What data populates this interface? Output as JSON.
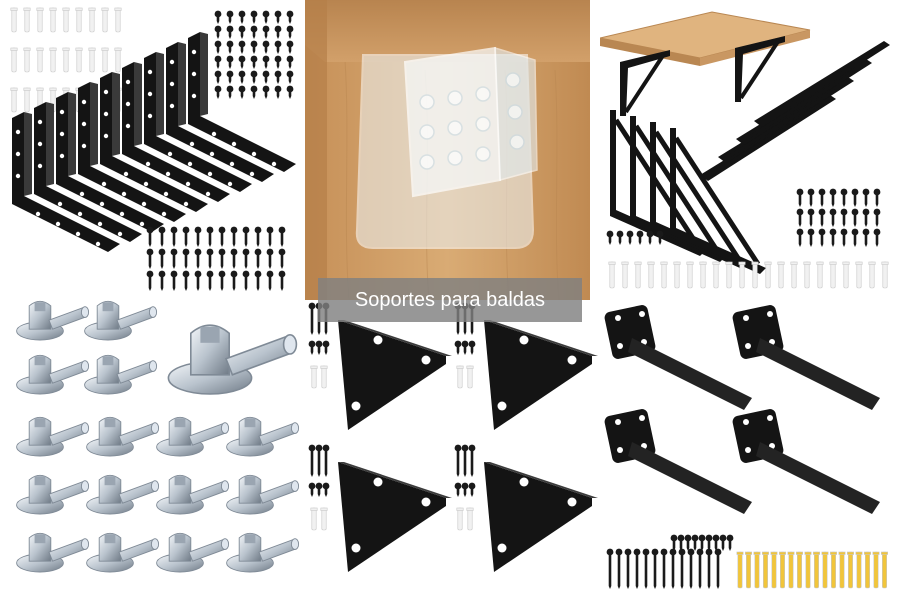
{
  "caption": {
    "text": "Soportes para baldas"
  },
  "colors": {
    "bracket_black": "#141414",
    "wood_light": "#d7ad77",
    "wood_dark": "#b98752",
    "zinc_light": "#dfe6ee",
    "zinc_dark": "#7f8a96",
    "anchor_white": "#f1f1f1",
    "anchor_yellow": "#f1c53a",
    "acrylic": "#e9f2f6",
    "caption_bg": "#808080"
  },
  "panels": [
    {
      "name": "black-l-brackets-with-screws",
      "icon": "l-bracket-icon"
    },
    {
      "name": "clear-acrylic-bracket-under-shelf",
      "icon": "acrylic-bracket-icon"
    },
    {
      "name": "triangle-brackets-with-wood-shelf",
      "icon": "triangle-bracket-icon"
    },
    {
      "name": "zinc-shelf-pins",
      "icon": "shelf-pin-icon"
    },
    {
      "name": "flat-corner-triangle-brackets",
      "icon": "corner-plate-icon"
    },
    {
      "name": "floating-shelf-brackets-with-hardware",
      "icon": "floating-bracket-icon"
    }
  ]
}
